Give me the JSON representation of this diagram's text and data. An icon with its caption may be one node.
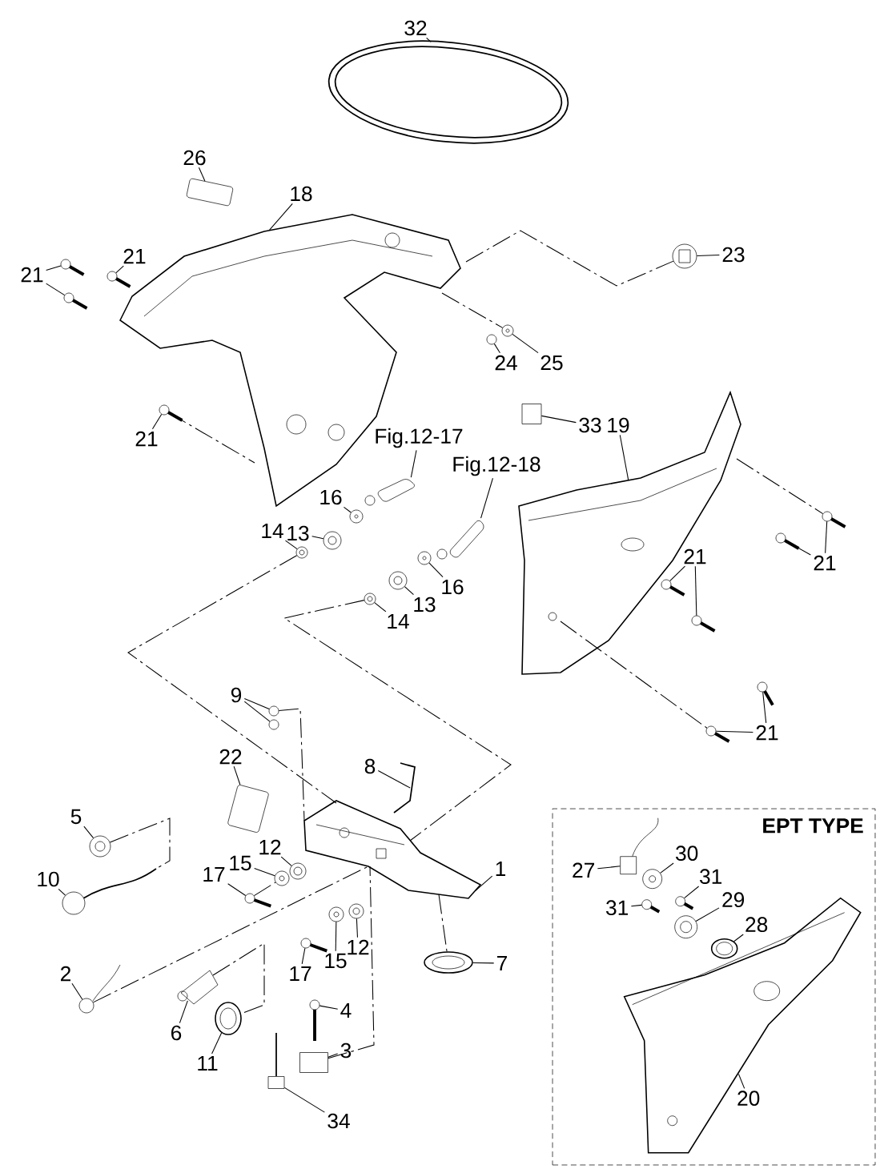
{
  "diagram": {
    "nodes": [
      {
        "text": [
          "32"
        ]
      },
      {
        "text": [
          "26"
        ]
      },
      {
        "text": [
          "18"
        ]
      },
      {
        "text": [
          "21"
        ]
      },
      {
        "text": [
          "21"
        ]
      },
      {
        "text": [
          "23"
        ]
      },
      {
        "text": [
          "25"
        ]
      },
      {
        "text": [
          "24"
        ]
      },
      {
        "text": [
          "21"
        ]
      },
      {
        "text": [
          "33"
        ]
      },
      {
        "text": [
          "19"
        ]
      },
      {
        "text": [
          "Fig.12-17"
        ]
      },
      {
        "text": [
          "16"
        ]
      },
      {
        "text": [
          "13"
        ]
      },
      {
        "text": [
          "14"
        ]
      },
      {
        "text": [
          "Fig.12-18"
        ]
      },
      {
        "text": [
          "21"
        ]
      },
      {
        "text": [
          "21"
        ]
      },
      {
        "text": [
          "16"
        ]
      },
      {
        "text": [
          "13"
        ]
      },
      {
        "text": [
          "14"
        ]
      },
      {
        "text": [
          "21"
        ]
      },
      {
        "text": [
          "9"
        ]
      },
      {
        "text": [
          "22"
        ]
      },
      {
        "text": [
          "8"
        ]
      },
      {
        "text": [
          "5"
        ]
      },
      {
        "text": [
          "12"
        ]
      },
      {
        "text": [
          "15"
        ]
      },
      {
        "text": [
          "17"
        ]
      },
      {
        "text": [
          "10"
        ]
      },
      {
        "text": [
          "1"
        ]
      },
      {
        "text": [
          "15"
        ]
      },
      {
        "text": [
          "12"
        ]
      },
      {
        "text": [
          "17"
        ]
      },
      {
        "text": [
          "7"
        ]
      },
      {
        "text": [
          "2"
        ]
      },
      {
        "text": [
          "6"
        ]
      },
      {
        "text": [
          "11"
        ]
      },
      {
        "text": [
          "4"
        ]
      },
      {
        "text": [
          "3"
        ]
      },
      {
        "text": [
          "34"
        ]
      },
      {
        "text": [
          "EPT TYPE"
        ]
      },
      {
        "text": [
          "27"
        ],
        "in": 41
      },
      {
        "text": [
          "30"
        ],
        "in": 41
      },
      {
        "text": [
          "31"
        ],
        "in": 41
      },
      {
        "text": [
          "31"
        ],
        "in": 41
      },
      {
        "text": [
          "29"
        ],
        "in": 41
      },
      {
        "text": [
          "28"
        ],
        "in": 41
      },
      {
        "text": [
          "20"
        ],
        "in": 41
      },
      {
        "text": [],
        "shape": "picture"
      },
      {
        "text": [],
        "shape": "picture"
      },
      {
        "text": [],
        "shape": "picture"
      },
      {
        "text": [],
        "shape": "picture"
      },
      {
        "text": [],
        "shape": "picture"
      },
      {
        "text": [],
        "shape": "picture"
      },
      {
        "text": [],
        "shape": "picture"
      },
      {
        "text": [],
        "shape": "picture"
      },
      {
        "text": [],
        "shape": "circle"
      },
      {
        "text": [],
        "shape": "picture"
      },
      {
        "text": [],
        "shape": "box"
      },
      {
        "text": [],
        "shape": "picture"
      },
      {
        "text": [],
        "shape": "picture"
      },
      {
        "text": [],
        "shape": "picture"
      },
      {
        "text": [],
        "shape": "picture"
      },
      {
        "text": [],
        "shape": "picture"
      },
      {
        "text": [],
        "shape": "picture"
      },
      {
        "text": [],
        "shape": "picture"
      },
      {
        "text": [],
        "shape": "picture"
      },
      {
        "text": [],
        "shape": "picture"
      },
      {
        "text": [],
        "shape": "picture"
      },
      {
        "text": [],
        "shape": "picture"
      },
      {
        "text": [],
        "shape": "picture"
      },
      {
        "text": [],
        "shape": "picture"
      },
      {
        "text": [],
        "shape": "picture"
      },
      {
        "text": [],
        "shape": "picture"
      },
      {
        "text": [],
        "shape": "circle"
      },
      {
        "text": [],
        "shape": "circle"
      },
      {
        "text": [],
        "shape": "picture"
      },
      {
        "text": [],
        "shape": "picture"
      },
      {
        "text": [],
        "shape": "picture"
      },
      {
        "text": [],
        "shape": "picture"
      },
      {
        "text": [],
        "shape": "picture"
      },
      {
        "text": [],
        "shape": "picture"
      },
      {
        "text": [],
        "shape": "picture"
      },
      {
        "text": [],
        "shape": "picture"
      },
      {
        "text": [],
        "shape": "picture"
      },
      {
        "text": [],
        "shape": "picture"
      },
      {
        "text": [],
        "shape": "picture"
      },
      {
        "text": [],
        "shape": "picture"
      },
      {
        "text": [],
        "shape": "picture"
      },
      {
        "text": [],
        "shape": "picture"
      },
      {
        "text": [],
        "shape": "picture"
      },
      {
        "text": [],
        "shape": "picture"
      },
      {
        "text": [],
        "shape": "box"
      },
      {
        "text": [],
        "shape": "picture"
      },
      {
        "text": [],
        "shape": "picture",
        "in": 41
      },
      {
        "text": [],
        "shape": "picture",
        "in": 41
      },
      {
        "text": [],
        "shape": "picture",
        "in": 41
      },
      {
        "text": [],
        "shape": "picture",
        "in": 41
      },
      {
        "text": [],
        "shape": "picture",
        "in": 41
      },
      {
        "text": [],
        "shape": "picture",
        "in": 41
      },
      {
        "text": [],
        "shape": "picture",
        "in": 41
      }
    ],
    "edges": [
      {
        "from": 0,
        "to": 49,
        "arrow": "none"
      },
      {
        "from": 1,
        "to": 50,
        "arrow": "none"
      },
      {
        "from": 2,
        "to": 51,
        "arrow": "none"
      },
      {
        "from": 3,
        "to": 52,
        "arrow": "none"
      },
      {
        "from": 3,
        "to": 53,
        "arrow": "none"
      },
      {
        "from": 4,
        "to": 54,
        "arrow": "none"
      },
      {
        "from": 5,
        "to": 55,
        "arrow": "none"
      },
      {
        "from": 6,
        "to": 56,
        "arrow": "none"
      },
      {
        "from": 7,
        "to": 57,
        "arrow": "none"
      },
      {
        "from": 8,
        "to": 58,
        "arrow": "none"
      },
      {
        "from": 9,
        "to": 59,
        "arrow": "none"
      },
      {
        "from": 10,
        "to": 60,
        "arrow": "none"
      },
      {
        "from": 11,
        "to": 61,
        "arrow": "none"
      },
      {
        "from": 12,
        "to": 62,
        "arrow": "none"
      },
      {
        "from": 13,
        "to": 63,
        "arrow": "none"
      },
      {
        "from": 14,
        "to": 64,
        "arrow": "none"
      },
      {
        "from": 15,
        "to": 65,
        "arrow": "none"
      },
      {
        "from": 16,
        "to": 66,
        "arrow": "none"
      },
      {
        "from": 16,
        "to": 67,
        "arrow": "none"
      },
      {
        "from": 17,
        "to": 68,
        "arrow": "none"
      },
      {
        "from": 17,
        "to": 69,
        "arrow": "none"
      },
      {
        "from": 18,
        "to": 70,
        "arrow": "none"
      },
      {
        "from": 19,
        "to": 71,
        "arrow": "none"
      },
      {
        "from": 20,
        "to": 72,
        "arrow": "none"
      },
      {
        "from": 21,
        "to": 73,
        "arrow": "none"
      },
      {
        "from": 21,
        "to": 74,
        "arrow": "none"
      },
      {
        "from": 22,
        "to": 75,
        "arrow": "none"
      },
      {
        "from": 22,
        "to": 76,
        "arrow": "none"
      },
      {
        "from": 23,
        "to": 77,
        "arrow": "none"
      },
      {
        "from": 24,
        "to": 78,
        "arrow": "none"
      },
      {
        "from": 25,
        "to": 79,
        "arrow": "none"
      },
      {
        "from": 26,
        "to": 80,
        "arrow": "none"
      },
      {
        "from": 27,
        "to": 81,
        "arrow": "none"
      },
      {
        "from": 28,
        "to": 82,
        "arrow": "none"
      },
      {
        "from": 29,
        "to": 83,
        "arrow": "none"
      },
      {
        "from": 30,
        "to": 84,
        "arrow": "none"
      },
      {
        "from": 31,
        "to": 85,
        "arrow": "none"
      },
      {
        "from": 32,
        "to": 86,
        "arrow": "none"
      },
      {
        "from": 33,
        "to": 87,
        "arrow": "none"
      },
      {
        "from": 34,
        "to": 88,
        "arrow": "none"
      },
      {
        "from": 35,
        "to": 89,
        "arrow": "none"
      },
      {
        "from": 36,
        "to": 90,
        "arrow": "none"
      },
      {
        "from": 37,
        "to": 91,
        "arrow": "none"
      },
      {
        "from": 38,
        "to": 92,
        "arrow": "none"
      },
      {
        "from": 39,
        "to": 93,
        "arrow": "none"
      },
      {
        "from": 40,
        "to": 94,
        "arrow": "none"
      },
      {
        "from": 42,
        "to": 95,
        "arrow": "none"
      },
      {
        "from": 43,
        "to": 96,
        "arrow": "none"
      },
      {
        "from": 44,
        "to": 97,
        "arrow": "none"
      },
      {
        "from": 45,
        "to": 98,
        "arrow": "none"
      },
      {
        "from": 46,
        "to": 99,
        "arrow": "none"
      },
      {
        "from": 47,
        "to": 100,
        "arrow": "none"
      },
      {
        "from": 48,
        "to": 101,
        "arrow": "none"
      },
      {
        "from": 51,
        "to": 55,
        "arrow": "none",
        "style": "dashed"
      },
      {
        "from": 51,
        "to": 56,
        "arrow": "none",
        "style": "dashed"
      },
      {
        "from": 58,
        "to": 51,
        "arrow": "none",
        "style": "dashed"
      },
      {
        "from": 64,
        "to": 84,
        "arrow": "none",
        "style": "dashed"
      },
      {
        "from": 72,
        "to": 84,
        "arrow": "none",
        "style": "dashed"
      },
      {
        "from": 60,
        "to": 74,
        "arrow": "none",
        "style": "dashed"
      },
      {
        "from": 60,
        "to": 66,
        "arrow": "none",
        "style": "dashed"
      },
      {
        "from": 79,
        "to": 83,
        "arrow": "none",
        "style": "dashed"
      },
      {
        "from": 82,
        "to": 81,
        "arrow": "none",
        "style": "dashed"
      },
      {
        "from": 89,
        "to": 84,
        "arrow": "none",
        "style": "dashed"
      },
      {
        "from": 90,
        "to": 91,
        "arrow": "none",
        "style": "dashed"
      },
      {
        "from": 75,
        "to": 84,
        "arrow": "none",
        "style": "dashed"
      },
      {
        "from": 93,
        "to": 84,
        "arrow": "none",
        "style": "dashed"
      },
      {
        "from": 84,
        "to": 88,
        "arrow": "none",
        "style": "dashed"
      }
    ]
  }
}
